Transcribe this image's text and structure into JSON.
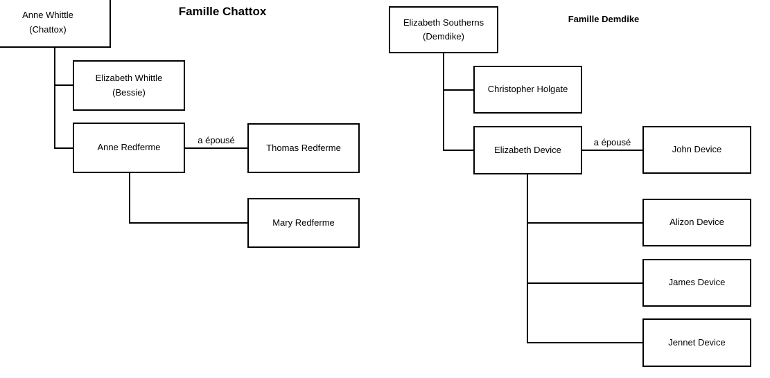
{
  "diagram": {
    "colors": {
      "line": "#000000",
      "box_background": "#ffffff",
      "text": "#000000"
    },
    "chattox": {
      "title": "Famille Chattox",
      "marriage_label": "a épousé",
      "nodes": {
        "anne_whittle": {
          "line1": "Anne Whittle",
          "line2": "(Chattox)"
        },
        "elizabeth_whittle": {
          "line1": "Elizabeth Whittle",
          "line2": "(Bessie)"
        },
        "anne_redferme": {
          "label": "Anne Redferme"
        },
        "thomas_redferme": {
          "label": "Thomas Redferme"
        },
        "mary_redferme": {
          "label": "Mary Redferme"
        }
      },
      "relations": [
        {
          "parent": "Anne Whittle (Chattox)",
          "children": [
            "Elizabeth Whittle (Bessie)",
            "Anne Redferme"
          ]
        },
        {
          "marriage": [
            "Anne Redferme",
            "Thomas Redferme"
          ],
          "label": "a épousé"
        },
        {
          "parent": "Anne Redferme",
          "children": [
            "Mary Redferme"
          ]
        }
      ]
    },
    "demdike": {
      "title": "Famille Demdike",
      "marriage_label": "a épousé",
      "nodes": {
        "elizabeth_southerns": {
          "line1": "Elizabeth Southerns",
          "line2": "(Demdike)"
        },
        "christopher_holgate": {
          "label": "Christopher Holgate"
        },
        "elizabeth_device": {
          "label": "Elizabeth Device"
        },
        "john_device": {
          "label": "John Device"
        },
        "alizon_device": {
          "label": "Alizon Device"
        },
        "james_device": {
          "label": "James Device"
        },
        "jennet_device": {
          "label": "Jennet Device"
        }
      },
      "relations": [
        {
          "parent": "Elizabeth Southerns (Demdike)",
          "children": [
            "Christopher Holgate",
            "Elizabeth Device"
          ]
        },
        {
          "marriage": [
            "Elizabeth Device",
            "John Device"
          ],
          "label": "a épousé"
        },
        {
          "parent": "Elizabeth Device",
          "children": [
            "Alizon Device",
            "James Device",
            "Jennet Device"
          ]
        }
      ]
    }
  }
}
